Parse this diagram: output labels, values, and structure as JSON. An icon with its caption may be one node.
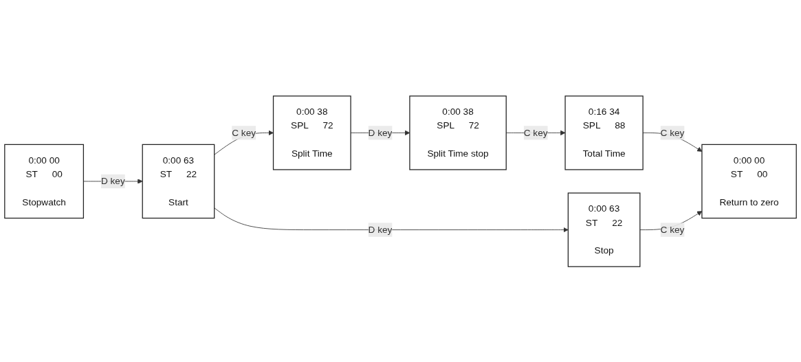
{
  "diagram": {
    "nodes": [
      {
        "text": [
          "0:00",
          "00",
          "ST",
          "00",
          "Stopwatch"
        ]
      },
      {
        "text": [
          "0:00",
          "63",
          "ST",
          "22",
          "Start"
        ]
      },
      {
        "text": [
          "0:00",
          "38",
          "SPL",
          "72",
          "Split Time"
        ]
      },
      {
        "text": [
          "0:00",
          "38",
          "SPL",
          "72",
          "Split Time stop"
        ]
      },
      {
        "text": [
          "0:00",
          "63",
          "ST",
          "22",
          "Stop"
        ]
      },
      {
        "text": [
          "0:00",
          "00",
          "ST",
          "00",
          "Return to zero"
        ]
      },
      {
        "text": [
          "0:16",
          "34",
          "SPL",
          "88",
          "Total Time"
        ]
      }
    ],
    "edges": [
      {
        "from": 0,
        "to": 1,
        "arrow": "to",
        "label": "D key"
      },
      {
        "from": 1,
        "to": 2,
        "arrow": "to",
        "label": "C key"
      },
      {
        "from": 2,
        "to": 3,
        "arrow": "to",
        "label": "D key"
      },
      {
        "from": 1,
        "to": 4,
        "arrow": "to",
        "label": "D key"
      },
      {
        "from": 3,
        "to": 6,
        "arrow": "to",
        "label": "C key"
      },
      {
        "from": 6,
        "to": 5,
        "arrow": "to",
        "label": "C key"
      },
      {
        "from": 4,
        "to": 5,
        "arrow": "to",
        "label": "C key"
      }
    ]
  }
}
